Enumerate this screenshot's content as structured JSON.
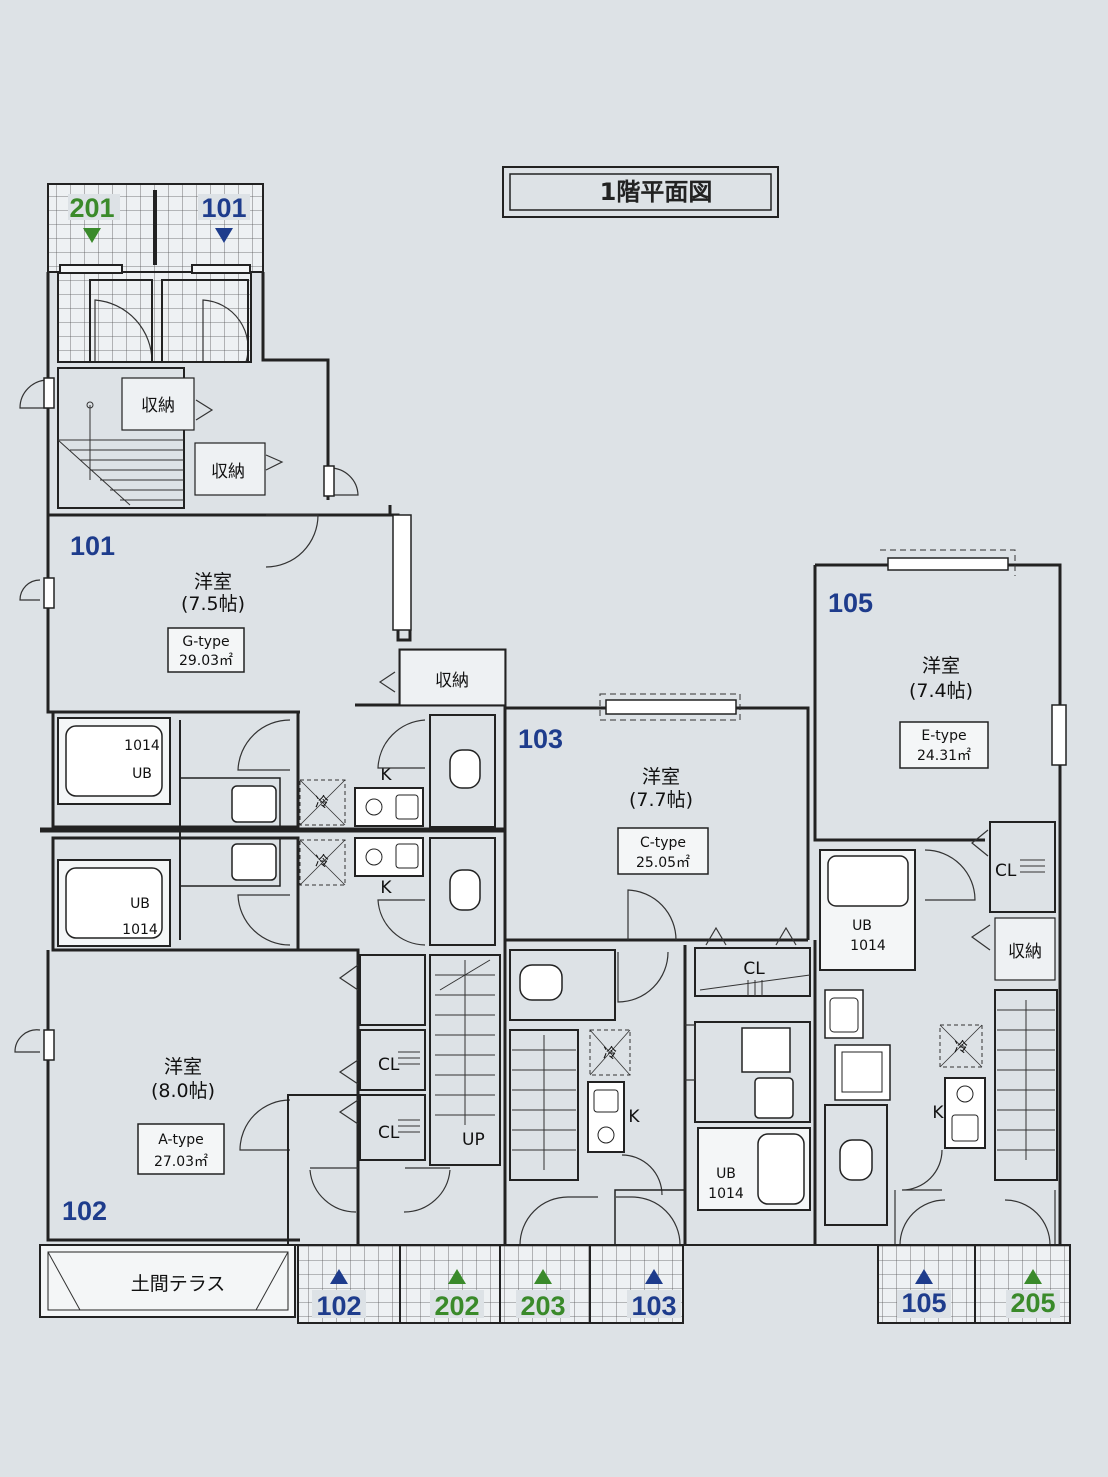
{
  "title": "1階平面図",
  "colors": {
    "blue": "#1e3c8c",
    "green": "#3a8a2a",
    "paper": "#dde2e6",
    "line": "#222222"
  },
  "units": {
    "u101": {
      "number": "101",
      "room": "洋室",
      "size": "(7.5帖)",
      "type": "G-type",
      "area": "29.03㎡"
    },
    "u102": {
      "number": "102",
      "room": "洋室",
      "size": "(8.0帖)",
      "type": "A-type",
      "area": "27.03㎡"
    },
    "u103": {
      "number": "103",
      "room": "洋室",
      "size": "(7.7帖)",
      "type": "C-type",
      "area": "25.05㎡"
    },
    "u105": {
      "number": "105",
      "room": "洋室",
      "size": "(7.4帖)",
      "type": "E-type",
      "area": "24.31㎡"
    }
  },
  "entrances": {
    "top": [
      {
        "label": "201",
        "arrow": "down",
        "color": "green"
      },
      {
        "label": "101",
        "arrow": "down",
        "color": "blue"
      }
    ],
    "bottom": [
      {
        "label": "102",
        "arrow": "up",
        "color": "blue"
      },
      {
        "label": "202",
        "arrow": "up",
        "color": "green"
      },
      {
        "label": "203",
        "arrow": "up",
        "color": "green"
      },
      {
        "label": "103",
        "arrow": "up",
        "color": "blue"
      },
      {
        "label": "105",
        "arrow": "up",
        "color": "blue"
      },
      {
        "label": "205",
        "arrow": "up",
        "color": "green"
      }
    ]
  },
  "labels": {
    "storage": "収納",
    "closet": "CL",
    "unit_bath": "UB",
    "bath_size": "1014",
    "fridge": "冷",
    "kitchen": "K",
    "stairs_up": "UP",
    "terrace": "土間テラス"
  }
}
